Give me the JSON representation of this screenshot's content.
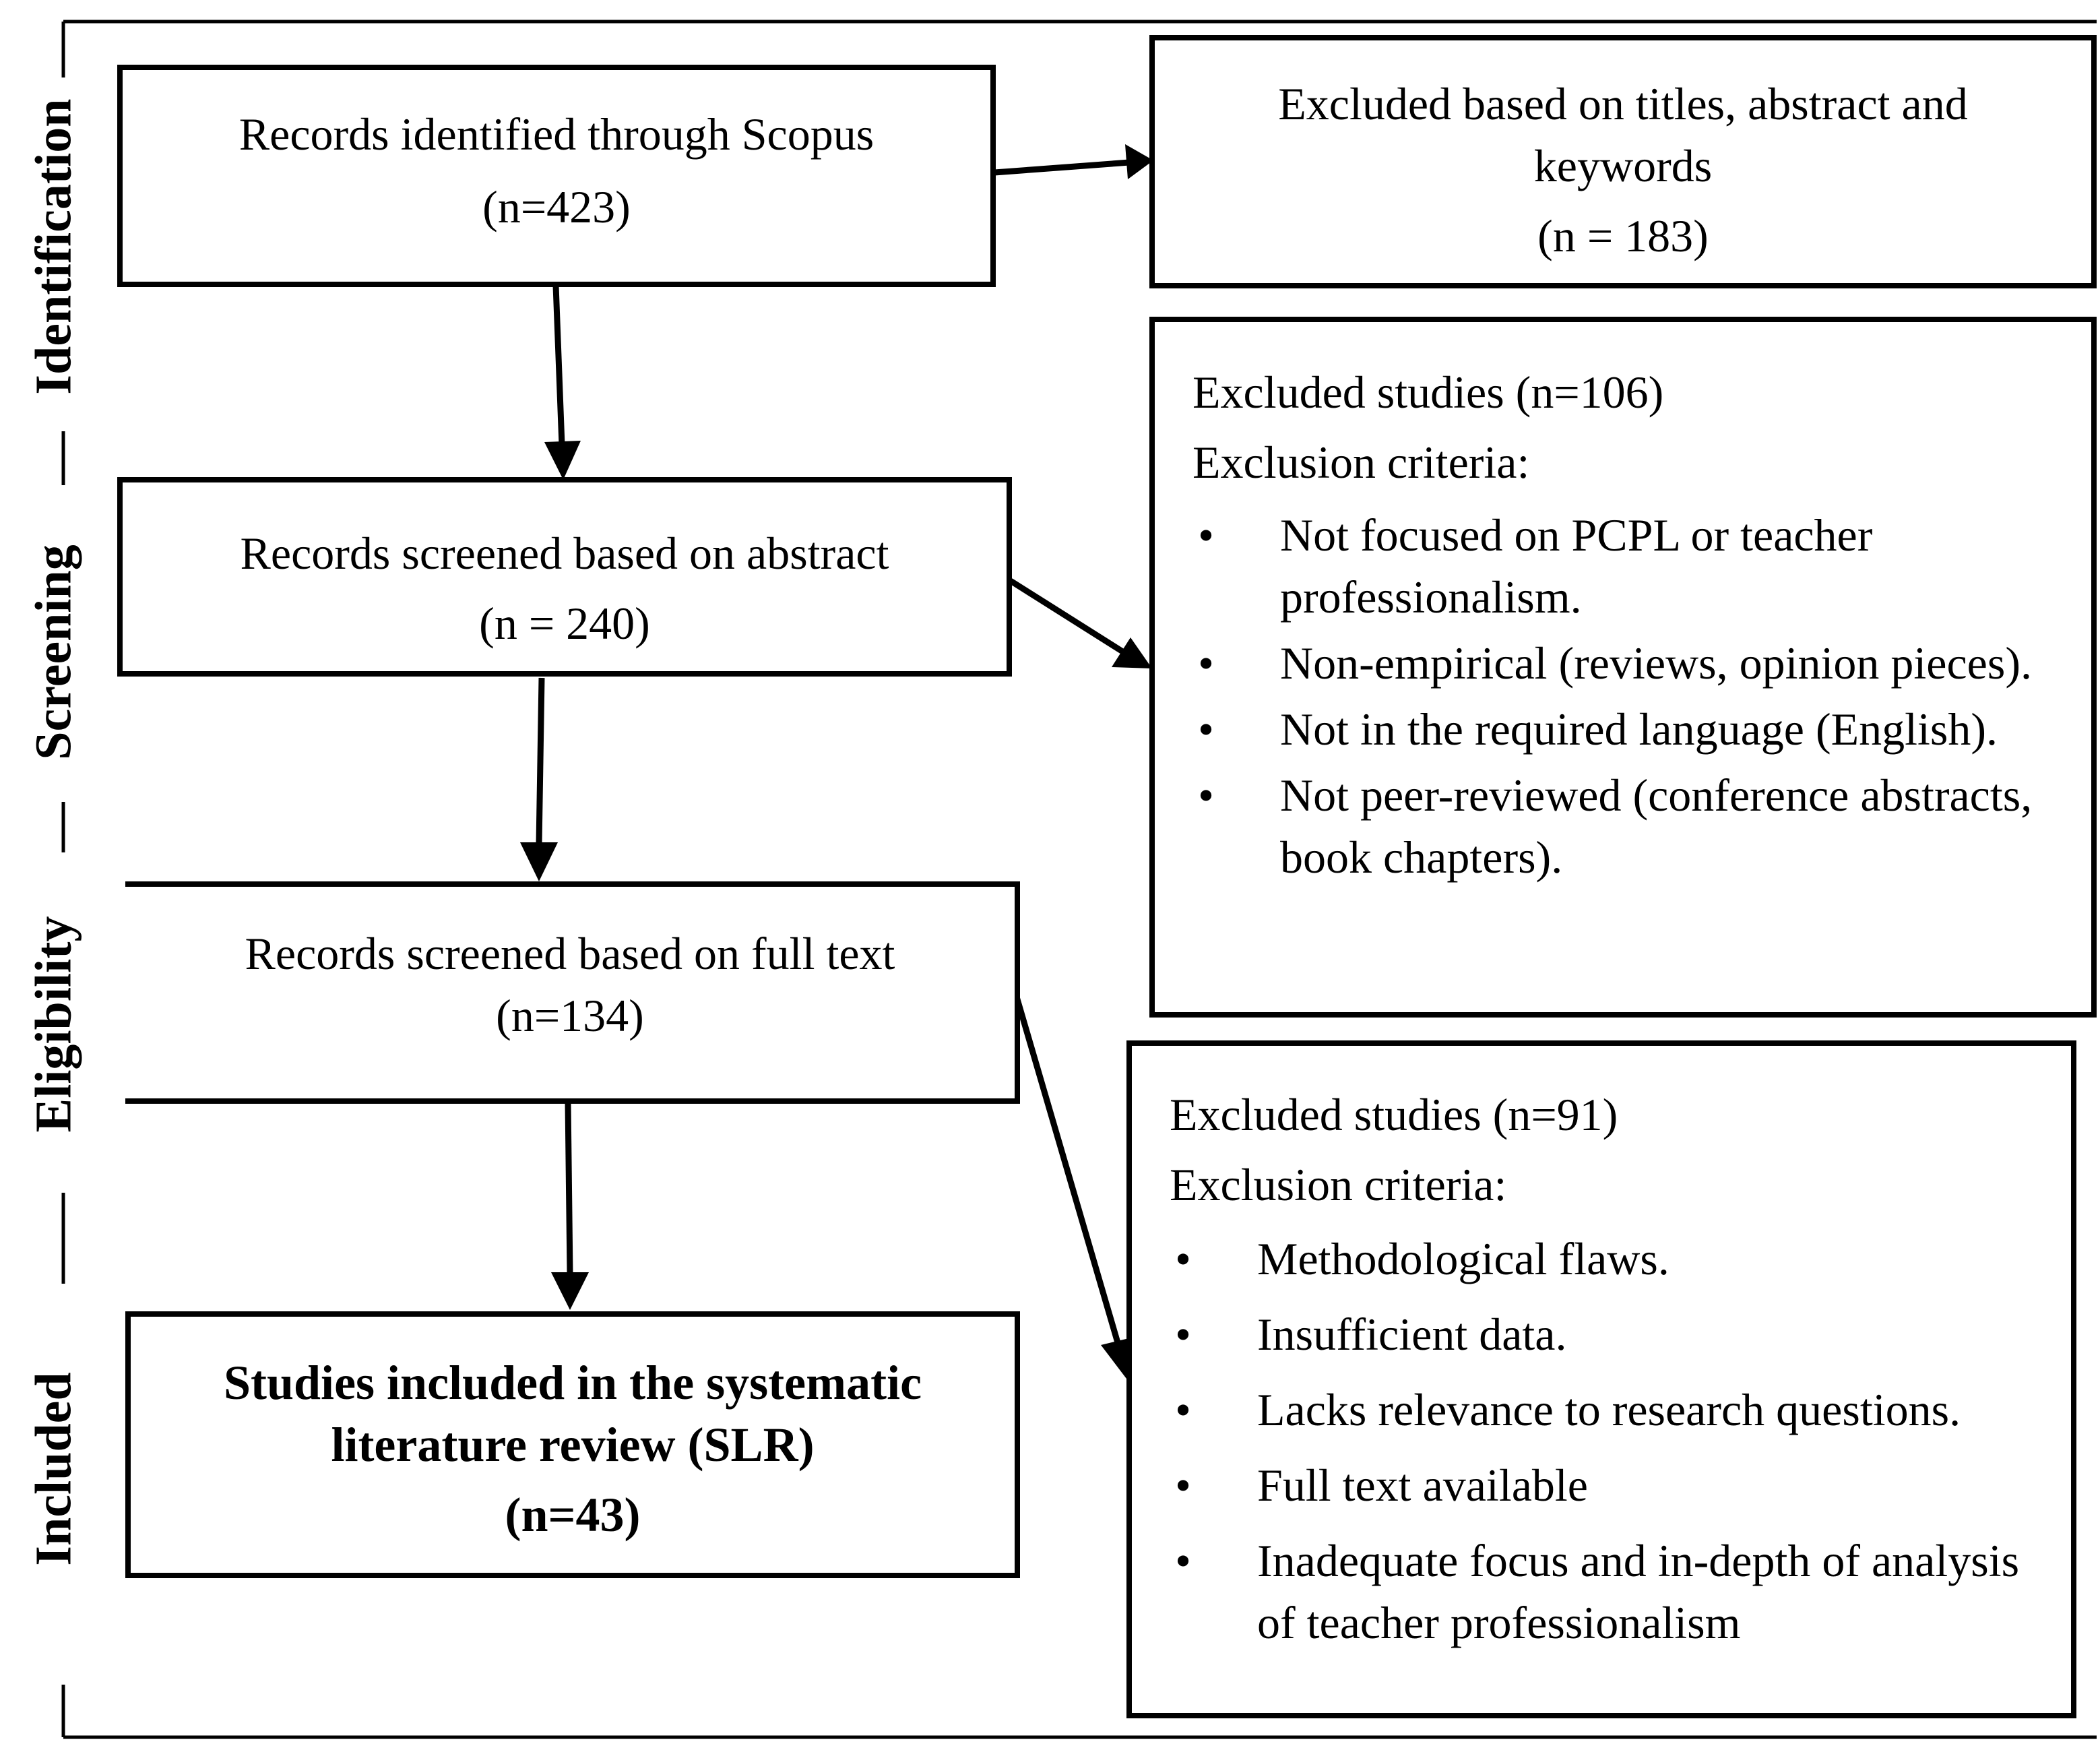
{
  "stages": {
    "identification": "Identification",
    "screening": "Screening",
    "eligibility": "Eligibility",
    "included": "Included"
  },
  "boxes": {
    "identified": {
      "line1": "Records identified through Scopus",
      "line2": "(n=423)"
    },
    "excluded_titles": {
      "line1": "Excluded based on titles, abstract and",
      "line2": "keywords",
      "line3": "(n = 183)"
    },
    "screened_abstract": {
      "line1": "Records screened based on abstract",
      "line2": "(n = 240)"
    },
    "screened_fulltext": {
      "line1": "Records screened based on full text",
      "line2": "(n=134)"
    },
    "included": {
      "line1": "Studies included in the systematic",
      "line2": "literature review (SLR)",
      "line3": "(n=43)"
    },
    "excluded_screening": {
      "header1": "Excluded studies (n=106)",
      "header2": "Exclusion criteria:",
      "bullet": "•",
      "items": [
        "Not focused on PCPL or teacher professionalism.",
        "Non-empirical (reviews, opinion pieces).",
        "Not in the required language (English).",
        "Not peer-reviewed (conference abstracts, book chapters)."
      ]
    },
    "excluded_eligibility": {
      "header1": "Excluded studies (n=91)",
      "header2": "Exclusion criteria:",
      "bullet": "•",
      "items": [
        "Methodological flaws.",
        "Insufficient data.",
        "Lacks relevance to research questions.",
        "Full text available",
        "Inadequate focus and in-depth of analysis of teacher professionalism"
      ]
    }
  }
}
